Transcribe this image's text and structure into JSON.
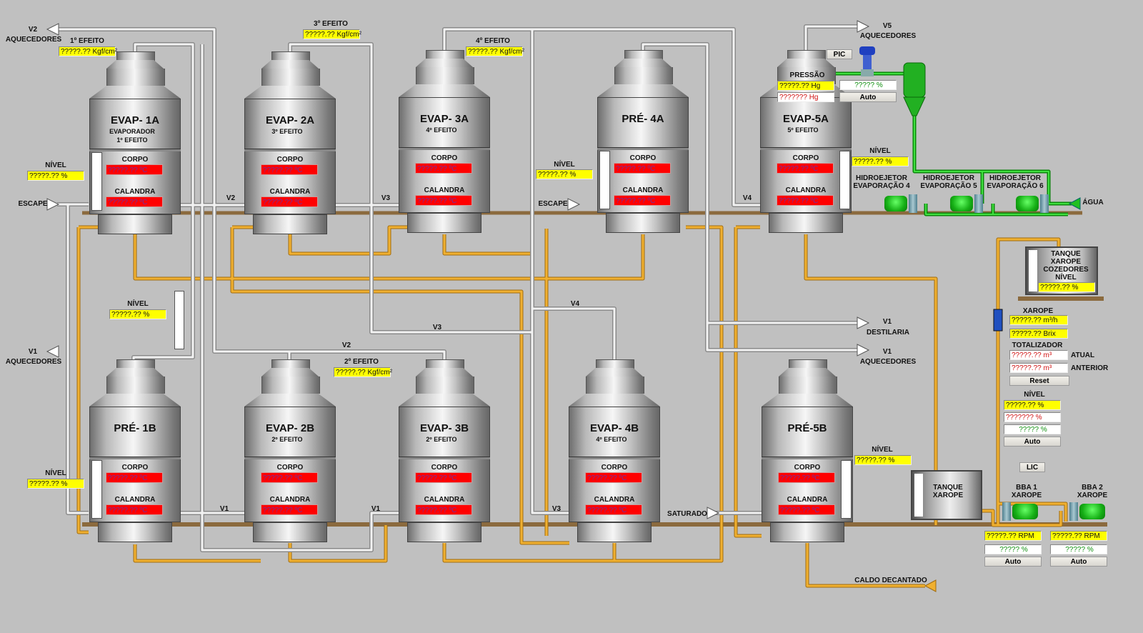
{
  "vessels": [
    {
      "title": "EVAP- 1A",
      "sub1": "EVAPORADOR",
      "sub2": "1º EFEITO",
      "corpo_label": "CORPO",
      "corpo": "?????.??  ºC",
      "cal_label": "CALANDRA",
      "calandra": "?????.??  ºC"
    },
    {
      "title": "EVAP- 2A",
      "sub1": "3º EFEITO",
      "sub2": "",
      "corpo_label": "CORPO",
      "corpo": "?????.??  ºC",
      "cal_label": "CALANDRA",
      "calandra": "?????.??  ºC"
    },
    {
      "title": "EVAP- 3A",
      "sub1": "4º EFEITO",
      "sub2": "",
      "corpo_label": "CORPO",
      "corpo": "?????.??  ºC",
      "cal_label": "CALANDRA",
      "calandra": "?????.??  ºC"
    },
    {
      "title": "PRÉ- 4A",
      "sub1": "",
      "sub2": "",
      "corpo_label": "CORPO",
      "corpo": "?????.??  ºC",
      "cal_label": "CALANDRA",
      "calandra": "?????.??  ºC"
    },
    {
      "title": "EVAP-5A",
      "sub1": "5º EFEITO",
      "sub2": "",
      "corpo_label": "CORPO",
      "corpo": "?????.??  ºC",
      "cal_label": "CALANDRA",
      "calandra": "?????.??  ºC"
    },
    {
      "title": "PRÉ- 1B",
      "sub1": "",
      "sub2": "",
      "corpo_label": "CORPO",
      "corpo": "?????.??  ºC",
      "cal_label": "CALANDRA",
      "calandra": "?????.??  ºC"
    },
    {
      "title": "EVAP- 2B",
      "sub1": "2º EFEITO",
      "sub2": "",
      "corpo_label": "CORPO",
      "corpo": "?????.??  ºC",
      "cal_label": "CALANDRA",
      "calandra": "?????.??  ºC"
    },
    {
      "title": "EVAP- 3B",
      "sub1": "2º EFEITO",
      "sub2": "",
      "corpo_label": "CORPO",
      "corpo": "?????.??  ºC",
      "cal_label": "CALANDRA",
      "calandra": "?????.??  ºC"
    },
    {
      "title": "EVAP- 4B",
      "sub1": "4º EFEITO",
      "sub2": "",
      "corpo_label": "CORPO",
      "corpo": "?????.??  ºC",
      "cal_label": "CALANDRA",
      "calandra": "?????.??  ºC"
    },
    {
      "title": "PRÉ-5B",
      "sub1": "",
      "sub2": "",
      "corpo_label": "CORPO",
      "corpo": "?????.??  ºC",
      "cal_label": "CALANDRA",
      "calandra": "?????.??  ºC"
    }
  ],
  "labels": {
    "v2": "V2",
    "v1": "V1",
    "v3": "V3",
    "v4": "V4",
    "v5": "V5",
    "aquecedores": "AQUECEDORES",
    "destilaria": "DESTILARIA",
    "escape": "ESCAPE",
    "saturado": "SATURADO",
    "agua": "ÁGUA",
    "caldo": "CALDO DECANTADO",
    "nivel": "NÍVEL",
    "ef1": "1º EFEITO",
    "ef2": "2º EFEITO",
    "ef3": "3º EFEITO",
    "ef4": "4º EFEITO",
    "pressao": "PRESSÃO",
    "hid4": [
      "HIDROEJETOR",
      "EVAPORAÇÃO 4"
    ],
    "hid5": [
      "HIDROEJETOR",
      "EVAPORAÇÃO 5"
    ],
    "hid6": [
      "HIDROEJETOR",
      "EVAPORAÇÃO 6"
    ],
    "xarope": "XAROPE",
    "totalizador": "TOTALIZADOR",
    "atual": "ATUAL",
    "anterior": "ANTERIOR",
    "bba1": [
      "BBA 1",
      "XAROPE"
    ],
    "bba2": [
      "BBA 2",
      "XAROPE"
    ],
    "tanque_xarope": [
      "TANQUE",
      "XAROPE"
    ],
    "tanque_coz": [
      "TANQUE",
      "XAROPE",
      "COZEDORES",
      "NÍVEL"
    ]
  },
  "values": {
    "pressure": "?????.?? Kgf/cm²",
    "level": "?????.??  %",
    "hg": "?????.??  Hg",
    "hg_sp": "???????  Hg",
    "out_pct": "?????    %",
    "sp_pct": "???????    %",
    "flow": "?????.?? m³/h",
    "brix": "?????.?? Brix",
    "tot": "?????.??    m³",
    "rpm": "?????.?? RPM"
  },
  "buttons": {
    "pic": "PIC",
    "lic": "LIC",
    "auto": "Auto",
    "reset": "Reset"
  }
}
